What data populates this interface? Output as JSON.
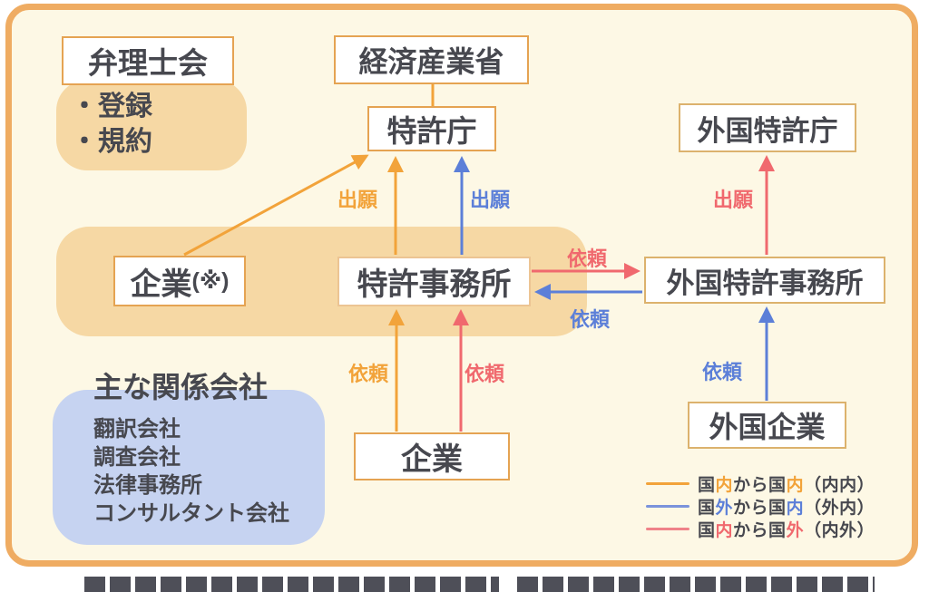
{
  "colors": {
    "frame": "#efac62",
    "panel_bg": "#fdf8e5",
    "band": "#f6d8a4",
    "blue_panel": "#c6d3f1",
    "text": "#47484f",
    "arrow_orange": "#f2a33a",
    "arrow_blue": "#5c7fd8",
    "arrow_red": "#f0696e"
  },
  "nodes": {
    "bar_association": "弁理士会",
    "bar_bullets": [
      "・登録",
      "・規約"
    ],
    "meti": "経済産業省",
    "jpo": "特許庁",
    "foreign_po": "外国特許庁",
    "company_main": "企業",
    "company_suffix": "(※)",
    "patent_firm": "特許事務所",
    "foreign_patent_firm": "外国特許事務所",
    "company": "企業",
    "foreign_company": "外国企業"
  },
  "related_companies": {
    "title": "主な関係会社",
    "items": [
      "翻訳会社",
      "調査会社",
      "法律事務所",
      "コンサルタント会社"
    ]
  },
  "arrow_labels": {
    "file_domestic_orange": "出願",
    "file_domestic_blue": "出願",
    "file_foreign_red": "出願",
    "request_right_red": "依頼",
    "request_left_blue": "依頼",
    "request_up_orange": "依頼",
    "request_up_red": "依頼",
    "request_foreign_blue": "依頼"
  },
  "legend": {
    "rows": [
      {
        "segments": [
          "国",
          "内",
          "から",
          "国",
          "内",
          "（内内）"
        ]
      },
      {
        "segments": [
          "国",
          "外",
          "から",
          "国",
          "内",
          "（外内）"
        ]
      },
      {
        "segments": [
          "国",
          "内",
          "から",
          "国",
          "外",
          "（内外）"
        ]
      }
    ]
  }
}
